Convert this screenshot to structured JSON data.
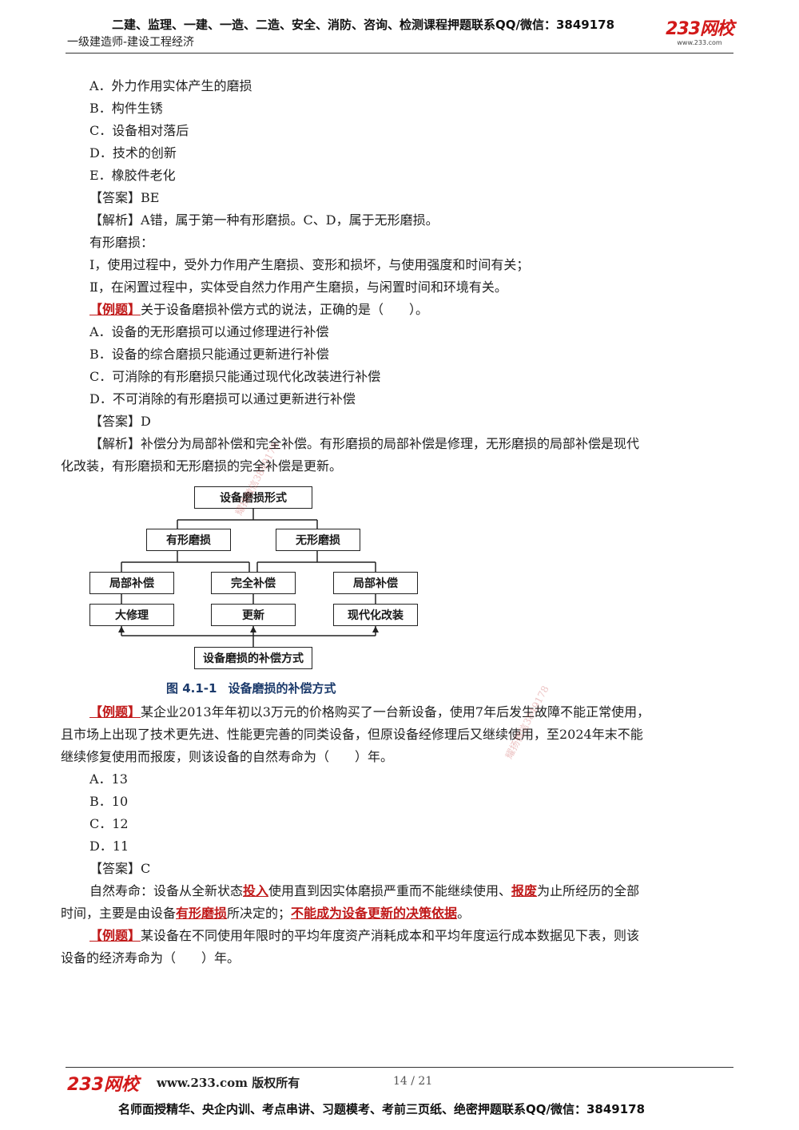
{
  "header": {
    "top_line": "二建、监理、一建、一造、二造、安全、消防、咨询、检测课程押题联系QQ/微信：3849178",
    "subtitle": "一级建造师-建设工程经济",
    "logo_text": "233网校",
    "logo_url": "www.233.com"
  },
  "q1": {
    "options": [
      "A．外力作用实体产生的磨损",
      "B．构件生锈",
      "C．设备相对落后",
      "D．技术的创新",
      "E．橡胶件老化"
    ],
    "answer": "【答案】BE",
    "analysis": "【解析】A错，属于第一种有形磨损。C、D，属于无形磨损。",
    "note_title": "有形磨损：",
    "note_1": "Ⅰ，使用过程中，受外力作用产生磨损、变形和损坏，与使用强度和时间有关；",
    "note_2": "Ⅱ，在闲置过程中，实体受自然力作用产生磨损，与闲置时间和环境有关。"
  },
  "q2": {
    "tag": "【例题】",
    "stem": "关于设备磨损补偿方式的说法，正确的是（　　）。",
    "options": [
      "A．设备的无形磨损可以通过修理进行补偿",
      "B．设备的综合磨损只能通过更新进行补偿",
      "C．可消除的有形磨损只能通过现代化改装进行补偿",
      "D．不可消除的有形磨损可以通过更新进行补偿"
    ],
    "answer": "【答案】D",
    "analysis_1": "【解析】补偿分为局部补偿和完全补偿。有形磨损的局部补偿是修理，无形磨损的局部补偿是现代",
    "analysis_2": "化改装，有形磨损和无形磨损的完全补偿是更新。"
  },
  "diagram": {
    "root": "设备磨损形式",
    "tangible": "有形磨损",
    "intangible": "无形磨损",
    "partial_left": "局部补偿",
    "complete": "完全补偿",
    "partial_right": "局部补偿",
    "overhaul": "大修理",
    "renewal": "更新",
    "modernization": "现代化改装",
    "bottom": "设备磨损的补偿方式",
    "caption_num": "图 4.1-1",
    "caption_text": "设备磨损的补偿方式"
  },
  "q3": {
    "tag": "【例题】",
    "stem_1": "某企业2013年年初以3万元的价格购买了一台新设备，使用7年后发生故障不能正常使用，",
    "stem_2": "且市场上出现了技术更先进、性能更完善的同类设备，但原设备经修理后又继续使用，至2024年末不能",
    "stem_3": "继续修复使用而报废，则该设备的自然寿命为（　　）年。",
    "options": [
      "A．13",
      "B．10",
      "C．12",
      "D．11"
    ],
    "answer": "【答案】C",
    "expl_a": "自然寿命：设备从全新状态",
    "expl_b": "投入",
    "expl_c": "使用直到因实体磨损严重而不能继续使用、",
    "expl_d": "报废",
    "expl_e": "为止所经历的全部",
    "expl_f": "时间，主要是由设备",
    "expl_g": "有形磨损",
    "expl_h": "所决定的；",
    "expl_i": "不能成为设备更新的决策依据",
    "expl_j": "。"
  },
  "q4": {
    "tag": "【例题】",
    "stem_1": "某设备在不同使用年限时的平均年度资产消耗成本和平均年度运行成本数据见下表，则该",
    "stem_2": "设备的经济寿命为（　　）年。"
  },
  "watermarks": [
    "耀扬微信3849178",
    "耀扬微信3849178"
  ],
  "footer": {
    "logo_text": "233网校",
    "site": "www.233.com 版权所有",
    "page": "14 / 21",
    "bottom_line": "名师面授精华、央企内训、考点串讲、习题模考、考前三页纸、绝密押题联系QQ/微信：3849178"
  }
}
